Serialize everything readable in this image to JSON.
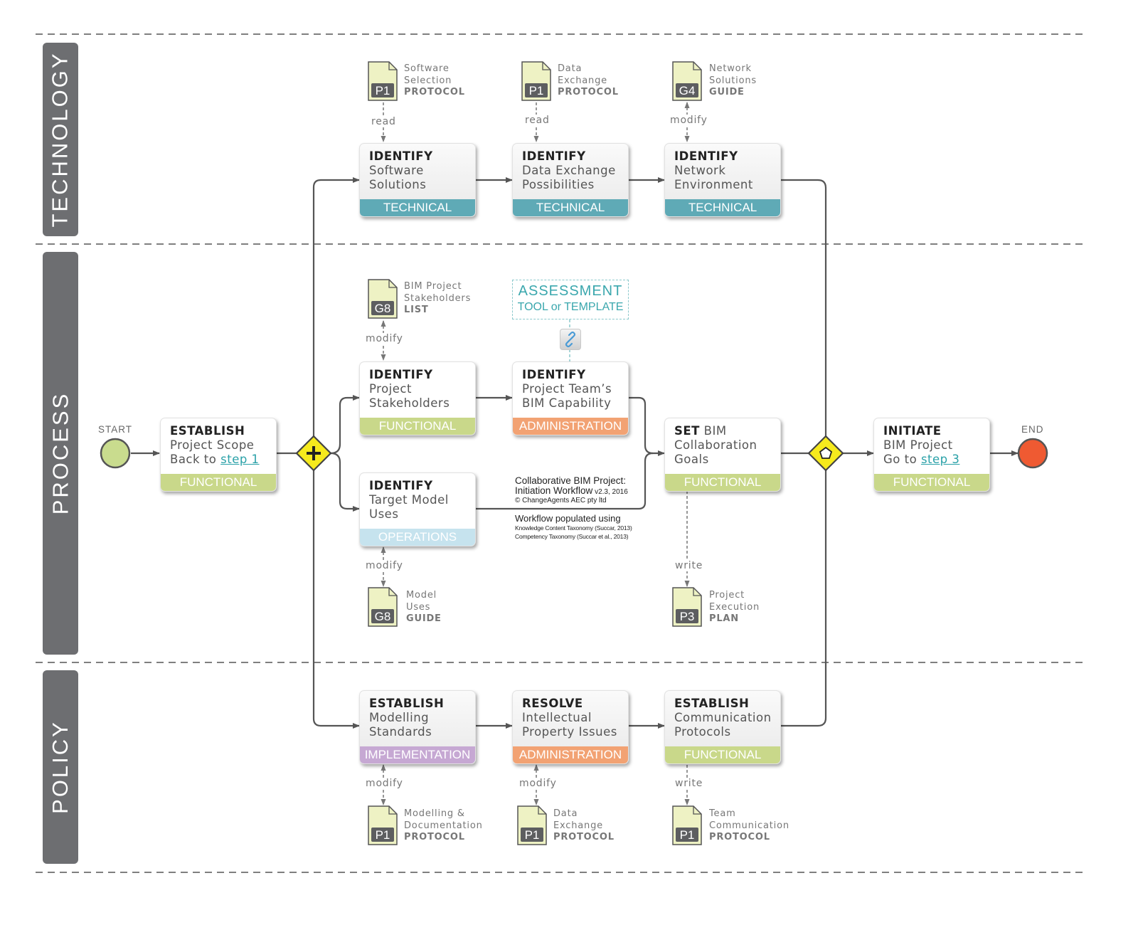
{
  "lanes": {
    "technology": "TECHNOLOGY",
    "process": "PROCESS",
    "policy": "POLICY"
  },
  "events": {
    "start": "START",
    "end": "END"
  },
  "tasks": {
    "establish_scope": {
      "verb": "ESTABLISH",
      "line1": "Project Scope",
      "line2_prefix": "Back to ",
      "line2_link": "step 1",
      "band": "FUNCTIONAL"
    },
    "software": {
      "verb": "IDENTIFY",
      "line1": "Software",
      "line2": "Solutions",
      "band": "TECHNICAL"
    },
    "data_exchange": {
      "verb": "IDENTIFY",
      "line1": "Data Exchange",
      "line2": "Possibilities",
      "band": "TECHNICAL"
    },
    "network": {
      "verb": "IDENTIFY",
      "line1": "Network",
      "line2": "Environment",
      "band": "TECHNICAL"
    },
    "stakeholders": {
      "verb": "IDENTIFY",
      "line1": "Project",
      "line2": "Stakeholders",
      "band": "FUNCTIONAL"
    },
    "capability": {
      "verb": "IDENTIFY",
      "line1": "Project Team’s",
      "line2": "BIM Capability",
      "band": "ADMINISTRATION"
    },
    "model_uses": {
      "verb": "IDENTIFY",
      "line1": "Target Model",
      "line2": "Uses",
      "band": "OPERATIONS"
    },
    "collab_goals": {
      "verb": "SET",
      "verb_rest": " BIM",
      "line1": "Collaboration",
      "line2": "Goals",
      "band": "FUNCTIONAL"
    },
    "initiate": {
      "verb": "INITIATE",
      "line1": "BIM Project",
      "line2_prefix": "Go to ",
      "line2_link": "step 3",
      "band": "FUNCTIONAL"
    },
    "modelling_standards": {
      "verb": "ESTABLISH",
      "line1": "Modelling",
      "line2": "Standards",
      "band": "IMPLEMENTATION"
    },
    "ip_issues": {
      "verb": "RESOLVE",
      "line1": "Intellectual",
      "line2": "Property Issues",
      "band": "ADMINISTRATION"
    },
    "comm_protocols": {
      "verb": "ESTABLISH",
      "line1": "Communication",
      "line2": "Protocols",
      "band": "FUNCTIONAL"
    }
  },
  "docs": {
    "software_selection": {
      "code": "P1",
      "line1": "Software",
      "line2": "Selection",
      "kind": "PROTOCOL",
      "relation": "read"
    },
    "data_exchange_tech": {
      "code": "P1",
      "line1": "Data",
      "line2": "Exchange",
      "kind": "PROTOCOL",
      "relation": "read"
    },
    "network_solutions": {
      "code": "G4",
      "line1": "Network",
      "line2": "Solutions",
      "kind": "GUIDE",
      "relation": "modify"
    },
    "stakeholders_list": {
      "code": "G8",
      "line1": "BIM Project",
      "line2": "Stakeholders",
      "kind": "LIST",
      "relation": "modify"
    },
    "model_uses_guide": {
      "code": "G8",
      "line1": "Model",
      "line2": "Uses",
      "kind": "GUIDE",
      "relation": "modify"
    },
    "execution_plan": {
      "code": "P3",
      "line1": "Project",
      "line2": "Execution",
      "kind": "PLAN",
      "relation": "write"
    },
    "modelling_doc": {
      "code": "P1",
      "line1": "Modelling &",
      "line2": "Documentation",
      "kind": "PROTOCOL",
      "relation": "modify"
    },
    "data_exchange_policy": {
      "code": "P1",
      "line1": "Data",
      "line2": "Exchange",
      "kind": "PROTOCOL",
      "relation": "modify"
    },
    "team_comm": {
      "code": "P1",
      "line1": "Team",
      "line2": "Communication",
      "kind": "PROTOCOL",
      "relation": "write"
    }
  },
  "assessment": {
    "title": "ASSESSMENT",
    "subtitle": "TOOL or TEMPLATE"
  },
  "credit": {
    "line1": "Collaborative BIM Project:",
    "line2": "Initiation Workflow",
    "version": " v2.3, 2016",
    "line3": "© ChangeAgents AEC pty ltd",
    "line4": "Workflow populated using",
    "line5": "Knowledge Content Taxonomy (Succar, 2013)",
    "line6": "Competency Taxonomy (Succar et al., 2013)"
  },
  "colors": {
    "lane_label": "#6d6e71",
    "technical": "#5faab6",
    "functional": "#c9d88a",
    "administration": "#f2a273",
    "operations": "#c6e3ee",
    "implementation": "#c6a8d3",
    "start_event": "#c9dc8e",
    "end_event": "#ef5a32",
    "gateway": "#f6ea1d",
    "doc_fill": "#eef2c4",
    "doc_badge": "#5d5e60",
    "link": "#2aa1a8"
  }
}
